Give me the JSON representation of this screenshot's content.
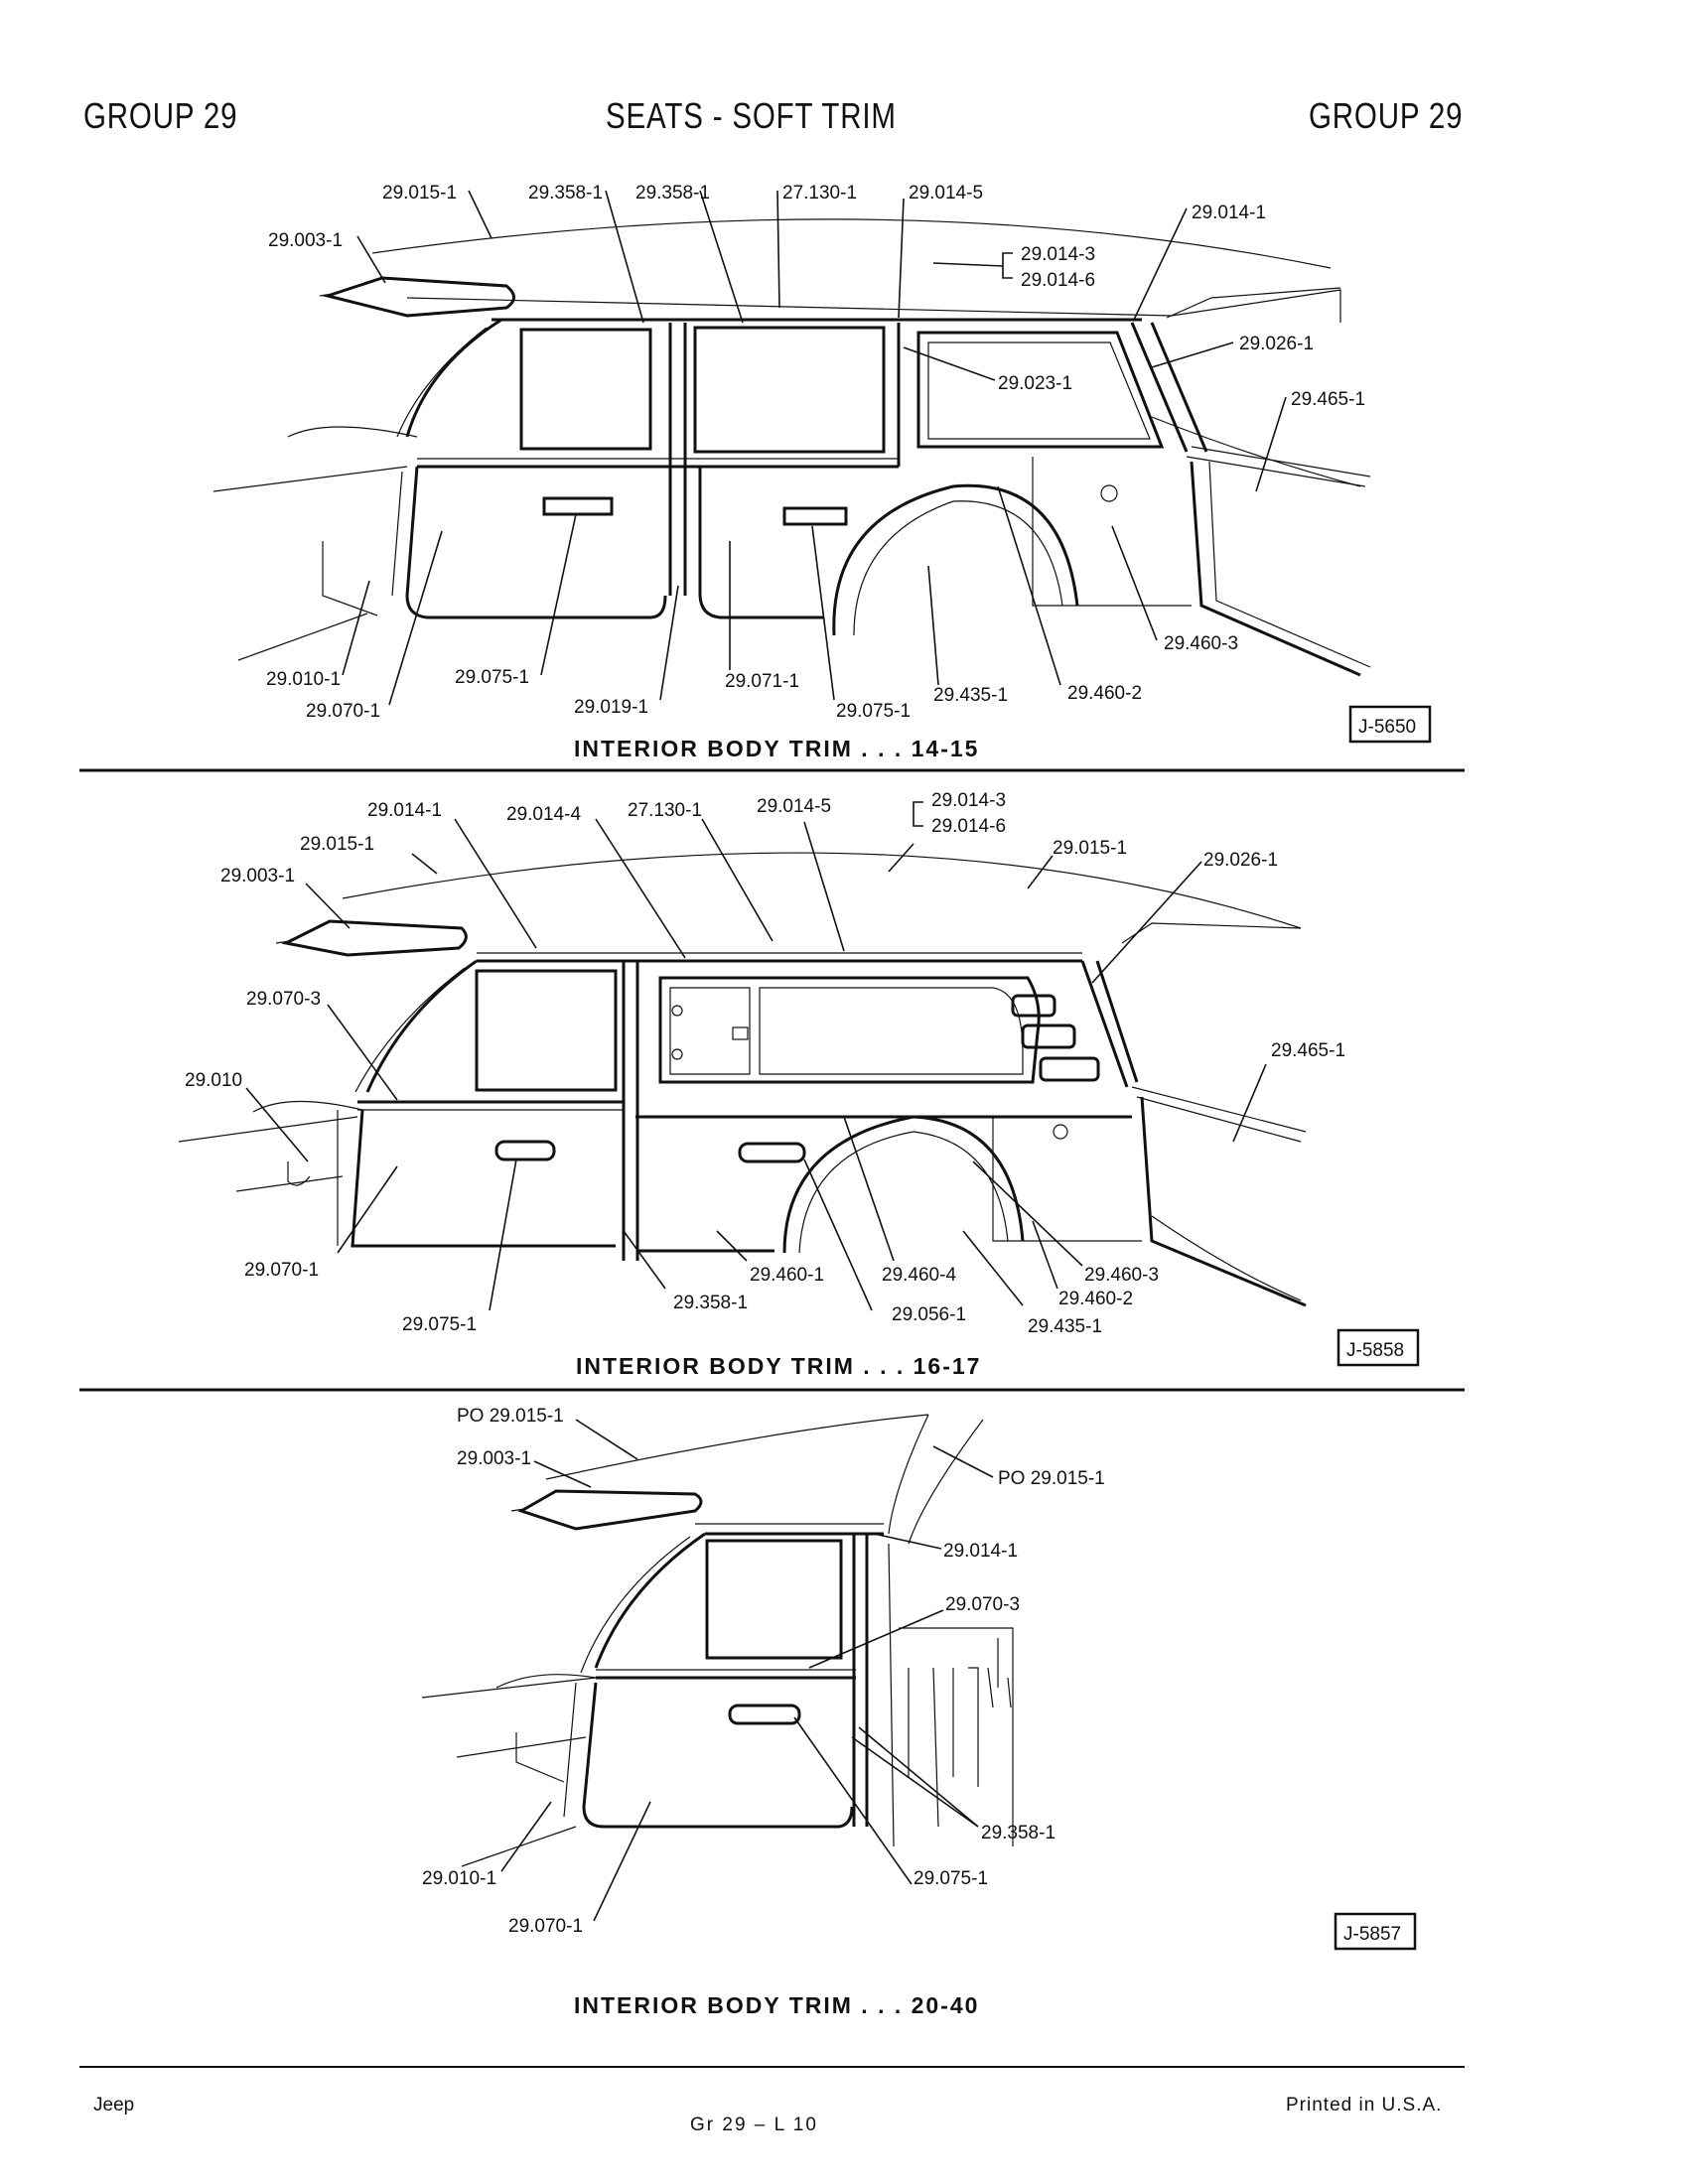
{
  "header": {
    "left": "GROUP 29",
    "center": "SEATS - SOFT TRIM",
    "right": "GROUP 29"
  },
  "figures": [
    {
      "caption": "INTERIOR BODY TRIM . . . 14-15",
      "figure_number": "J-5650",
      "labels": [
        "29.015-1",
        "29.358-1",
        "29.358-1",
        "27.130-1",
        "29.014-5",
        "29.014-1",
        "29.003-1",
        "29.014-3",
        "29.014-6",
        "29.026-1",
        "29.023-1",
        "29.465-1",
        "29.460-3",
        "29.460-2",
        "29.435-1",
        "29.075-1",
        "29.071-1",
        "29.019-1",
        "29.075-1",
        "29.010-1",
        "29.070-1"
      ]
    },
    {
      "caption": "INTERIOR BODY TRIM . . . 16-17",
      "figure_number": "J-5858",
      "labels": [
        "29.014-1",
        "29.014-4",
        "27.130-1",
        "29.014-5",
        "29.014-3",
        "29.014-6",
        "29.015-1",
        "29.015-1",
        "29.026-1",
        "29.003-1",
        "29.070-3",
        "29.010",
        "29.465-1",
        "29.070-1",
        "29.075-1",
        "29.358-1",
        "29.460-1",
        "29.460-4",
        "29.056-1",
        "29.460-3",
        "29.460-2",
        "29.435-1"
      ]
    },
    {
      "caption": "INTERIOR BODY TRIM . . . 20-40",
      "figure_number": "J-5857",
      "labels": [
        "PO 29.015-1",
        "29.003-1",
        "PO 29.015-1",
        "29.014-1",
        "29.070-3",
        "29.358-1",
        "29.010-1",
        "29.075-1",
        "29.070-1"
      ]
    }
  ],
  "footer": {
    "left": "Jeep",
    "center": "Gr 29 – L 10",
    "right": "Printed in U.S.A."
  }
}
